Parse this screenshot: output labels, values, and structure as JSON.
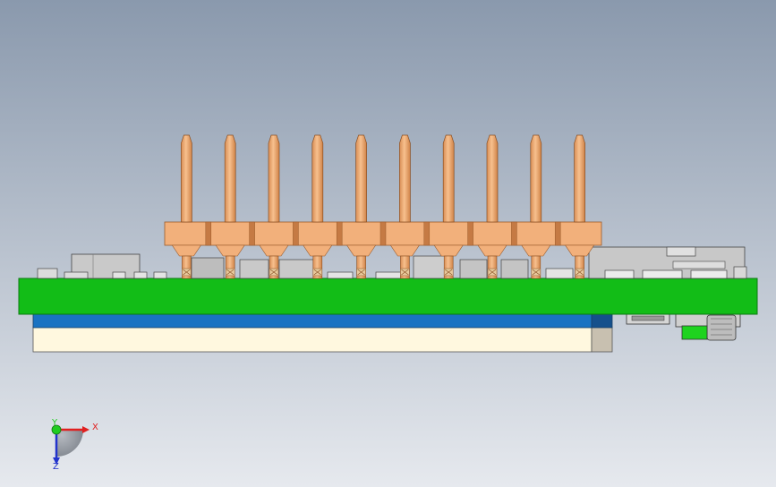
{
  "viewport": {
    "background_top": "#8a99ad",
    "background_bottom": "#e6e9ee"
  },
  "colors": {
    "pcb_green": "#12bd17",
    "pcb_edge": "#0a7a10",
    "blue_layer": "#1a73c2",
    "cream_layer": "#fff8df",
    "copper": "#f2b07b",
    "copper_dark": "#c57a44",
    "component_gray": "#c9c9c9",
    "connector_green": "#1fd31f"
  },
  "header": {
    "pin_count": 10
  },
  "triad": {
    "x_label": "X",
    "y_label": "Y",
    "z_label": "Z",
    "x_color": "#e02020",
    "y_color": "#1fcc1f",
    "z_color": "#2233cc",
    "icon": "coordinate-triad-icon"
  }
}
